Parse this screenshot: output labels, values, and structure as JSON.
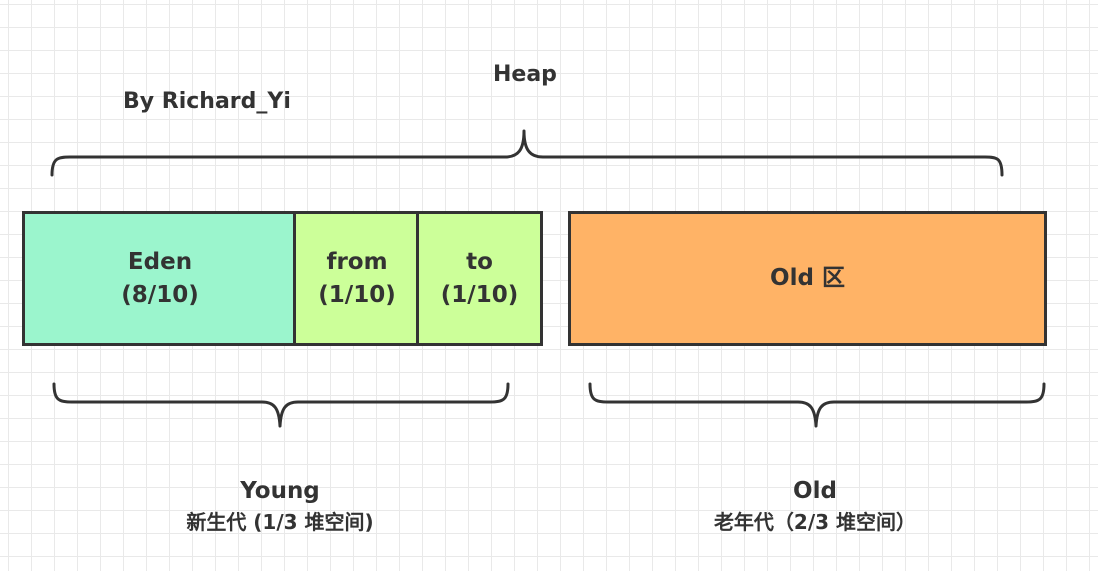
{
  "author": "By Richard_Yi",
  "heap_label": "Heap",
  "regions": {
    "eden": {
      "name": "Eden",
      "ratio": "(8/10)",
      "color": "#9bf5cd"
    },
    "from": {
      "name": "from",
      "ratio": "(1/10)",
      "color": "#ccff99"
    },
    "to": {
      "name": "to",
      "ratio": "(1/10)",
      "color": "#ccff99"
    },
    "old": {
      "name": "Old 区",
      "color": "#ffb366"
    }
  },
  "groups": {
    "young": {
      "name": "Young",
      "desc": "新生代 (1/3 堆空间)"
    },
    "old": {
      "name": "Old",
      "desc": "老年代（2/3 堆空间）"
    }
  },
  "colors": {
    "outline": "#333333",
    "grid": "#e9e9e9"
  }
}
